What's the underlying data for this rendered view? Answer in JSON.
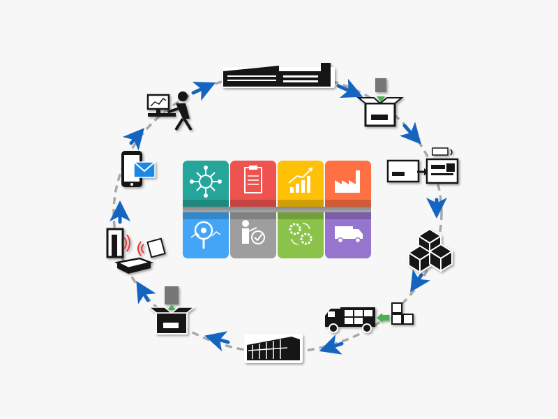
{
  "diagram": {
    "type": "supply-chain-cycle",
    "direction": "clockwise",
    "colors": {
      "arrow": "#1565c0",
      "ring": "#9e9e9e",
      "icon": "#151515",
      "accent_green": "#4caf50",
      "accent_red": "#e53935",
      "accent_blue": "#1e88e5"
    },
    "stages": [
      {
        "id": "manufacturing-plant",
        "icon": "factory-building-icon"
      },
      {
        "id": "packing",
        "icon": "box-packing-icon"
      },
      {
        "id": "rfid-labeling",
        "icon": "rfid-label-icon"
      },
      {
        "id": "palletized-stock",
        "icon": "box-stack-icon"
      },
      {
        "id": "truck-loading",
        "icon": "truck-loading-icon"
      },
      {
        "id": "distribution-warehouse",
        "icon": "warehouse-icon"
      },
      {
        "id": "unpacking",
        "icon": "box-unpacking-icon"
      },
      {
        "id": "rfid-gate-scan",
        "icon": "rfid-gate-icon"
      },
      {
        "id": "mobile-notification",
        "icon": "phone-mail-icon"
      },
      {
        "id": "analytics-workstation",
        "icon": "worker-desk-icon"
      }
    ],
    "center_tiles": [
      {
        "id": "network",
        "icon": "network-hub-icon",
        "color": "#26a69a"
      },
      {
        "id": "planning",
        "icon": "clipboard-plan-icon",
        "color": "#ef5350"
      },
      {
        "id": "growth",
        "icon": "growth-chart-icon",
        "color": "#ffc107"
      },
      {
        "id": "production",
        "icon": "factory-icon",
        "color": "#ff7043"
      },
      {
        "id": "analysis",
        "icon": "magnifier-analysis-icon",
        "color": "#42a5f5"
      },
      {
        "id": "quality",
        "icon": "person-check-icon",
        "color": "#9e9e9e"
      },
      {
        "id": "operations",
        "icon": "gears-icon",
        "color": "#8bc34a"
      },
      {
        "id": "delivery",
        "icon": "delivery-truck-icon",
        "color": "#9575cd"
      }
    ]
  }
}
